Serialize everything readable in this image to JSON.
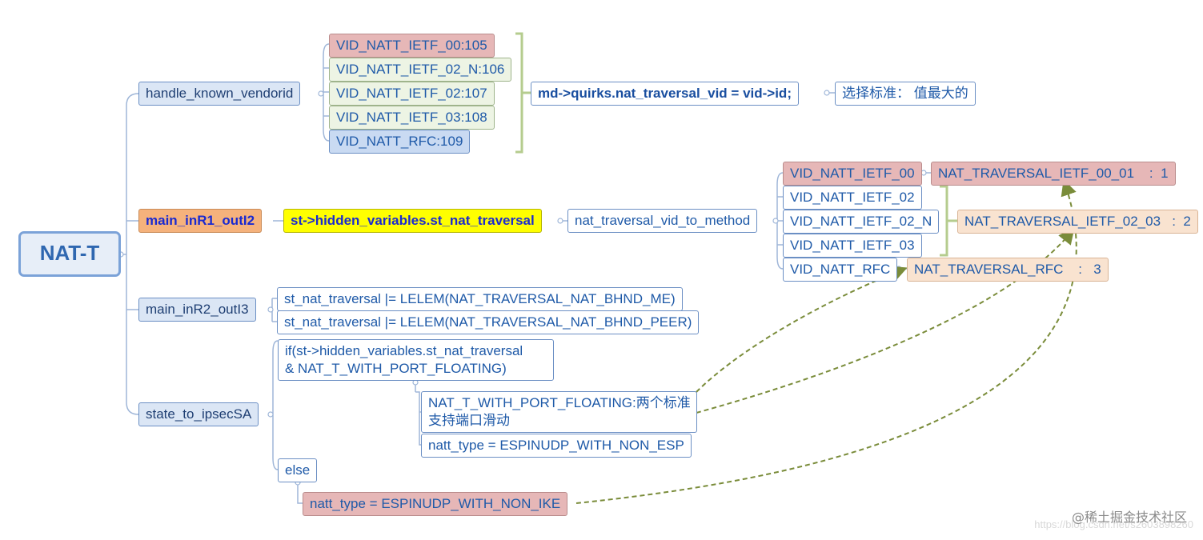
{
  "root": "NAT-T",
  "level1": {
    "known_vendorid": "handle_known_vendorid",
    "inR1": "main_inR1_outI2",
    "inR2": "main_inR2_outI3",
    "ipsecsa": "state_to_ipsecSA"
  },
  "vendor_ids": [
    "VID_NATT_IETF_00:105",
    "VID_NATT_IETF_02_N:106",
    "VID_NATT_IETF_02:107",
    "VID_NATT_IETF_03:108",
    "VID_NATT_RFC:109"
  ],
  "quirks": "md->quirks.nat_traversal_vid = vid->id;",
  "select_note": "选择标准： 值最大的",
  "hidden_var": "st->hidden_variables.st_nat_traversal",
  "vid_to_method": "nat_traversal_vid_to_method",
  "method_vids": [
    "VID_NATT_IETF_00",
    "VID_NATT_IETF_02",
    "VID_NATT_IETF_02_N",
    "VID_NATT_IETF_03",
    "VID_NATT_RFC"
  ],
  "methods": {
    "ietf_00_01": "NAT_TRAVERSAL_IETF_00_01    :  1",
    "ietf_02_03": "NAT_TRAVERSAL_IETF_02_03   :  2",
    "rfc": "NAT_TRAVERSAL_RFC    :   3"
  },
  "bhnd": [
    "st_nat_traversal |= LELEM(NAT_TRAVERSAL_NAT_BHND_ME)",
    "st_nat_traversal |= LELEM(NAT_TRAVERSAL_NAT_BHND_PEER)"
  ],
  "if_cond_line1": "if(st->hidden_variables.st_nat_traversal",
  "if_cond_line2": "& NAT_T_WITH_PORT_FLOATING)",
  "port_floating_line1": "NAT_T_WITH_PORT_FLOATING:两个标准",
  "port_floating_line2": "支持端口滑动",
  "natt_non_esp": "natt_type = ESPINUDP_WITH_NON_ESP",
  "else_label": "else",
  "natt_non_ike": "natt_type = ESPINUDP_WITH_NON_IKE",
  "watermark": "@稀土掘金技术社区",
  "url": "https://blog.csdn.net/s2603898260",
  "colors": {
    "line": "#9fb6d8",
    "bracket": "#b5cc8e",
    "arrow": "#7a8c3a",
    "pink": "#e6b7b7",
    "peach": "#f9e3d0",
    "orange": "#f5b27c",
    "yellow": "#ffff00"
  }
}
